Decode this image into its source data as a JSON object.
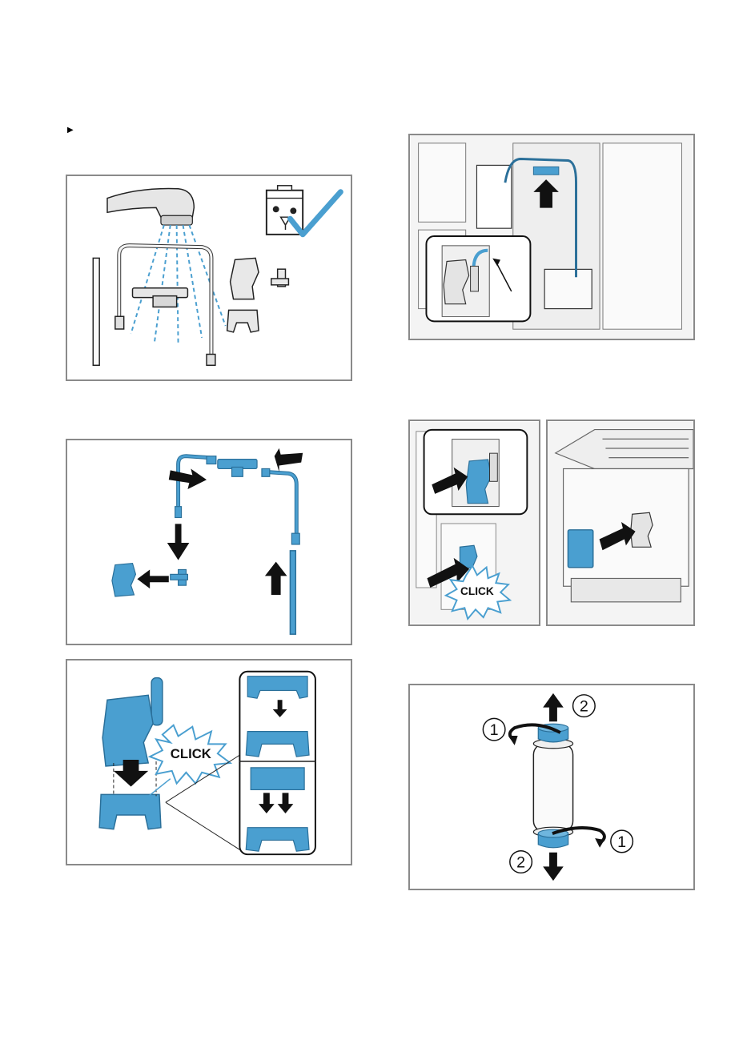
{
  "page": {
    "bullet_glyph": "▶",
    "click_label": "CLICK",
    "step_1": "1",
    "step_2": "2"
  },
  "colors": {
    "accent_blue": "#4a9fd0",
    "dark_blue": "#2a6f99",
    "line": "#222222",
    "panel_border": "#8a8a8a",
    "gray_part": "#d8d8d8"
  },
  "icons": [
    "faucet-icon",
    "dishwasher-safe-icon",
    "checkmark-icon",
    "arrow-icon",
    "click-burst-icon",
    "rotate-arrow-icon"
  ]
}
